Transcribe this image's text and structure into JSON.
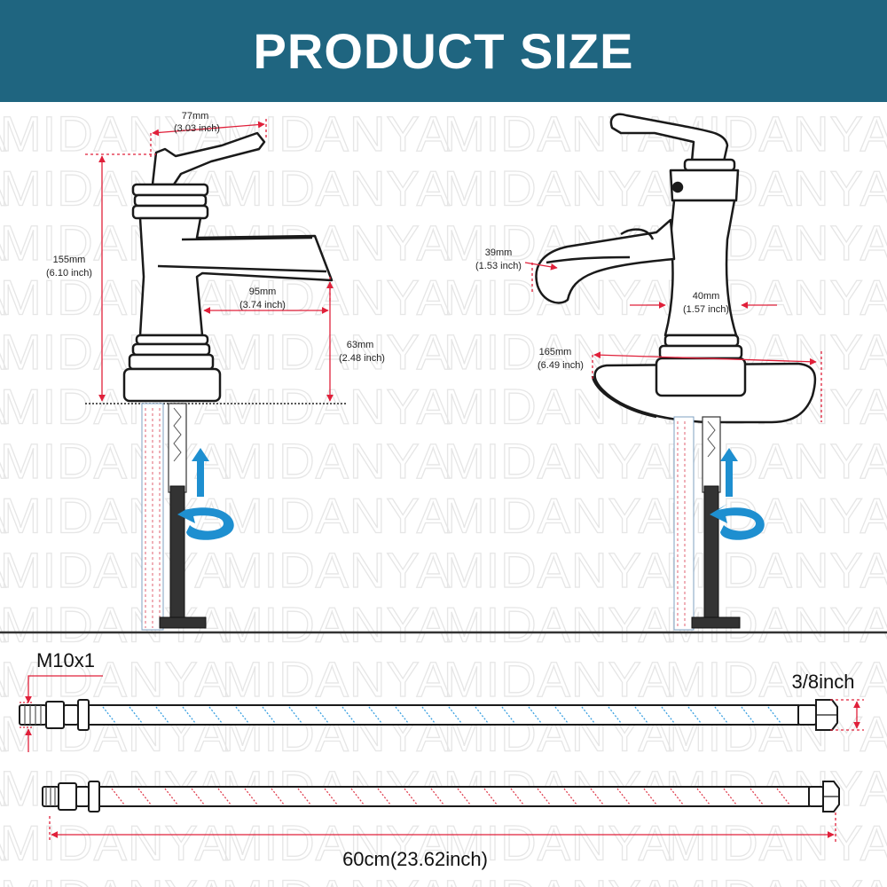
{
  "header": {
    "title": "PRODUCT SIZE"
  },
  "watermark": "MIDANYA",
  "colors": {
    "header_bg": "#1f6580",
    "dimension_line": "#e0203a",
    "arrow": "#1e8fd0"
  },
  "left_view": {
    "handle_width": {
      "mm": "77mm",
      "inch": "(3.03 inch)"
    },
    "height": {
      "mm": "155mm",
      "inch": "(6.10 inch)"
    },
    "spout_reach": {
      "mm": "95mm",
      "inch": "(3.74 inch)"
    },
    "spout_height": {
      "mm": "63mm",
      "inch": "(2.48 inch)"
    }
  },
  "right_view": {
    "spout_width": {
      "mm": "39mm",
      "inch": "(1.53 inch)"
    },
    "base_diameter": {
      "mm": "40mm",
      "inch": "(1.57 inch)"
    },
    "deck_plate": {
      "mm": "165mm",
      "inch": "(6.49 inch)"
    }
  },
  "hose": {
    "thread_label": "M10x1",
    "connector_label": "3/8inch",
    "length_label": "60cm(23.62inch)"
  }
}
